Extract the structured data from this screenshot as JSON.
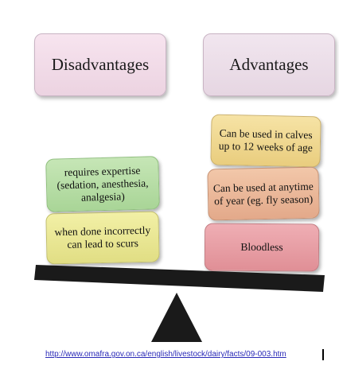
{
  "headers": {
    "disadvantages": "Disadvantages",
    "advantages": "Advantages"
  },
  "disadvantages": [
    "requires expertise (sedation, anesthesia, analgesia)",
    "when done incorrectly can lead to scurs"
  ],
  "advantages": [
    "Can be used in calves up to 12 weeks of age",
    "Can be used at anytime of year (eg. fly season)",
    "Bloodless"
  ],
  "source_url": "http://www.omafra.gov.on.ca/english/livestock/dairy/facts/09-003.htm",
  "colors": {
    "beam": "#1a1a1a",
    "link": "#2a2ab8"
  }
}
